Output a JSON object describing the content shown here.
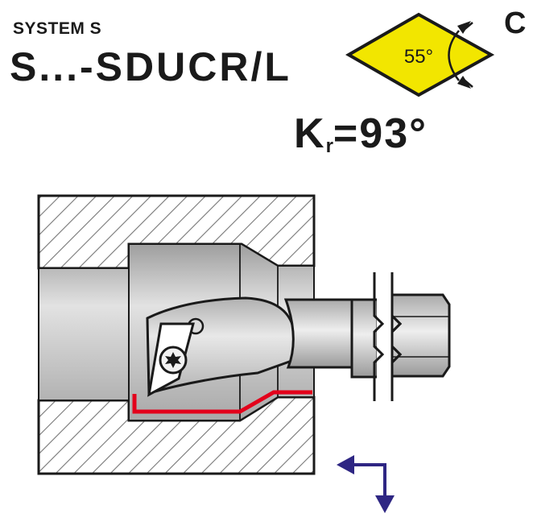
{
  "header": {
    "system": "SYSTEM S",
    "designation": "S...-SDUCR/L",
    "insert_shape_letter": "C",
    "insert_angle": "55°",
    "kr_symbol": "K",
    "kr_sub": "r",
    "kr_value": "=93°"
  },
  "colors": {
    "insert_fill": "#f2e600",
    "outline": "#1a1a1a",
    "hatch": "#777777",
    "bar_metal": "#c9c9c9",
    "bore_contour": "#e3001b",
    "feed_arrows": "#2e2683"
  },
  "icons": {
    "insert_diamond": "diamond-55-icon",
    "torx_screw": "torx-screw-icon",
    "feed_direction": "feed-arrows-icon"
  }
}
